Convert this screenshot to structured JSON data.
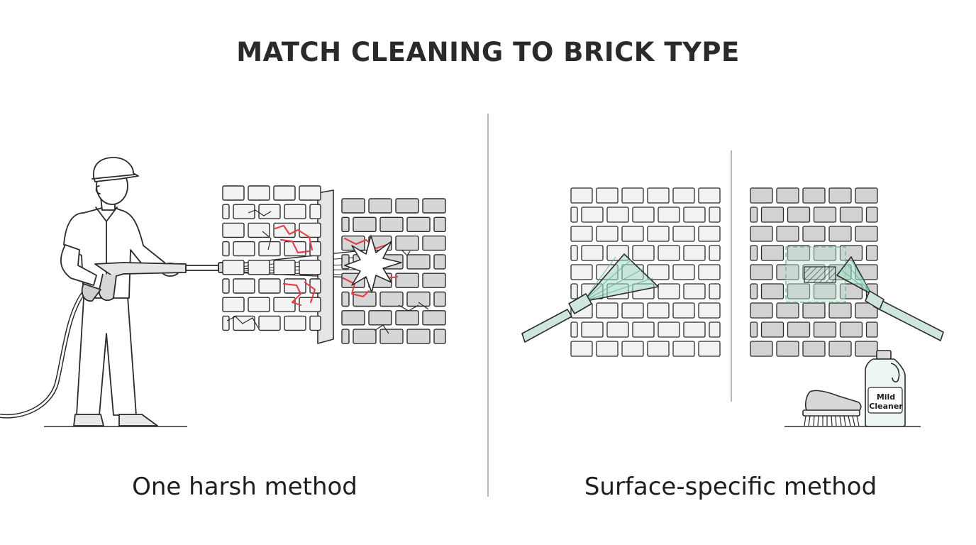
{
  "title": "MATCH CLEANING TO BRICK TYPE",
  "left_panel": {
    "caption": "One harsh method"
  },
  "right_panel": {
    "caption": "Surface-specific method",
    "bottle_label_line1": "Mild",
    "bottle_label_line2": "Cleaner"
  },
  "colors": {
    "line": "#2b2b2b",
    "damage": "#e2434b",
    "spray": "#9fd9c8",
    "wand": "#cfe6dc",
    "soft_brick": "#f1f1f1",
    "hard_brick": "#d4d4d4",
    "divider": "#b8b8b8"
  }
}
